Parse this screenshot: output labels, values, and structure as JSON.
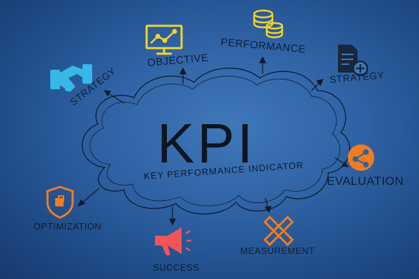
{
  "center": {
    "title": "KPI",
    "subtitle": "KEY PERFORMANCE INDICATOR"
  },
  "labels": {
    "strategy_left": "STRATEGY",
    "objective": "OBJECTIVE",
    "performance": "PERFORMANCE",
    "strategy_right": "STRATEGY",
    "evaluation": "EVALUATION",
    "measurement": "MEASUREMENT",
    "success": "SUCCESS",
    "optimization": "OPTIMIZATION"
  },
  "icons": {
    "strategy_left": "handshake-icon",
    "objective": "monitor-chart-icon",
    "performance": "database-icon",
    "strategy_right": "document-plus-icon",
    "evaluation": "share-icon",
    "measurement": "ruler-pencil-icon",
    "success": "megaphone-icon",
    "optimization": "shield-icon"
  },
  "colors": {
    "background": "#2f62a4",
    "outline": "#0e1b2c",
    "handshake": "#36b8e8",
    "monitor": "#f3d52a",
    "database": "#f3d52a",
    "document": "#17283d",
    "share": "#f07c22",
    "ruler": "#f07c22",
    "megaphone": "#f25558",
    "shield": "#f07c22"
  }
}
